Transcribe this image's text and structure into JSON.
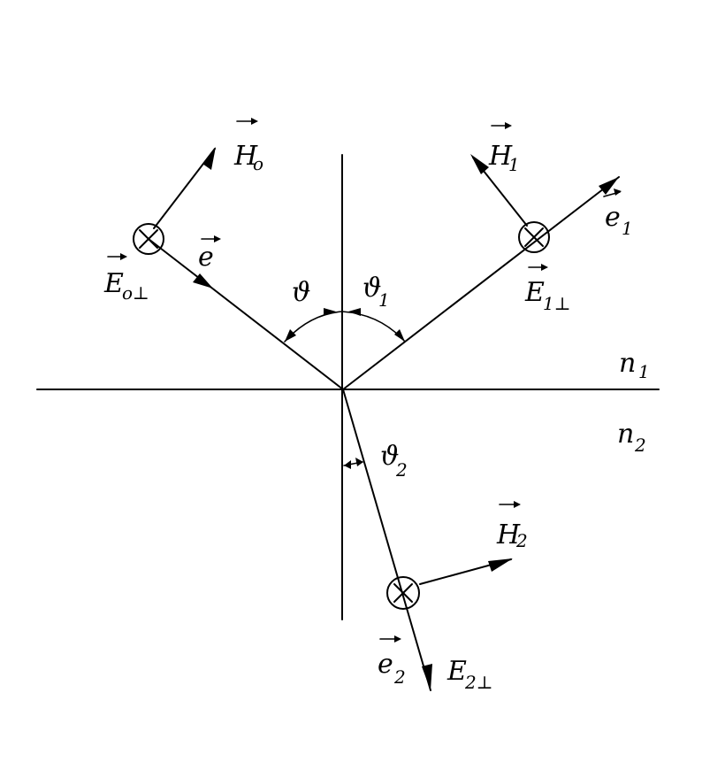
{
  "labels": {
    "H0": "H",
    "H0_sub": "o",
    "H1": "H",
    "H1_sub": "1",
    "H2": "H",
    "H2_sub": "2",
    "E0": "E",
    "E0_sub": "o⊥",
    "E1": "E",
    "E1_sub": "1⊥",
    "E2": "E",
    "E2_sub": "2⊥",
    "e": "e",
    "e1": "e",
    "e1_sub": "1",
    "e2": "e",
    "e2_sub": "2",
    "theta": "ϑ",
    "theta1": "ϑ",
    "theta1_sub": "1",
    "theta2": "ϑ",
    "theta2_sub": "2",
    "n1": "n",
    "n1_sub": "1",
    "n2": "n",
    "n2_sub": "2"
  }
}
